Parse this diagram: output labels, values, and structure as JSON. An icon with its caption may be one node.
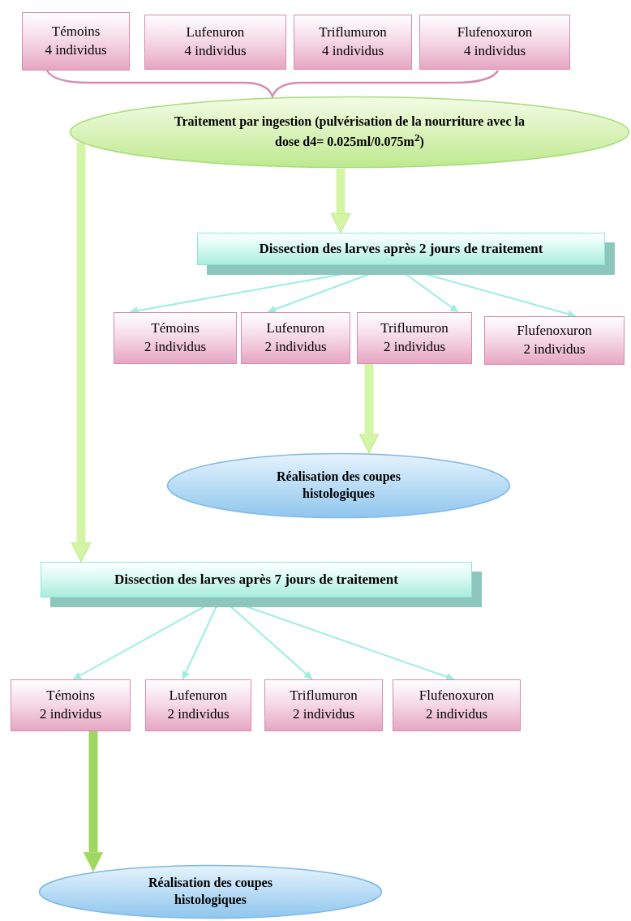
{
  "diagram": {
    "nodes": [
      {
        "text": [
          "Témoins",
          "4 individus"
        ]
      },
      {
        "text": [
          "Lufenuron",
          "4 individus"
        ]
      },
      {
        "text": [
          "Triflumuron",
          "4 individus"
        ]
      },
      {
        "text": [
          "Flufenoxuron",
          "4 individus"
        ]
      },
      {
        "text": [
          "Traitement par ingestion (pulvérisation de la nourriture avec la dose d4= 0.025ml/0.075m$^{2}$)"
        ]
      },
      {
        "text": [
          "Dissection des larves après 2 jours de traitement"
        ]
      },
      {
        "text": [
          "Témoins",
          "2 individus"
        ]
      },
      {
        "text": [
          "Lufenuron",
          "2 individus"
        ]
      },
      {
        "text": [
          "Triflumuron",
          "2 individus"
        ]
      },
      {
        "text": [
          "Flufenoxuron",
          "2 individus"
        ]
      },
      {
        "text": [
          "Réalisation des coupes histologiques"
        ]
      },
      {
        "text": [
          "Dissection des larves après 7 jours de traitement"
        ]
      },
      {
        "text": [
          "Témoins",
          "2 individus"
        ]
      },
      {
        "text": [
          "Lufenuron",
          "2 individus"
        ]
      },
      {
        "text": [
          "Triflumuron",
          "2 individus"
        ]
      },
      {
        "text": [
          "Flufenoxuron",
          "2 individus"
        ]
      },
      {
        "text": [
          "Réalisation des coupes histologiques"
        ]
      }
    ],
    "edges": [
      {
        "from": 4,
        "to": 5,
        "arrow": "to",
        "style": "thick",
        "color": "#d4f5a6"
      },
      {
        "from": 4,
        "to": 11,
        "arrow": "to",
        "style": "thick",
        "color": "#d4f5a6"
      },
      {
        "from": 5,
        "to": 6,
        "arrow": "to"
      },
      {
        "from": 5,
        "to": 7,
        "arrow": "to"
      },
      {
        "from": 5,
        "to": 8,
        "arrow": "to"
      },
      {
        "from": 5,
        "to": 9,
        "arrow": "to"
      },
      {
        "from": 8,
        "to": 10,
        "arrow": "to",
        "style": "thick",
        "color": "#d4f5a6"
      },
      {
        "from": 11,
        "to": 12,
        "arrow": "to"
      },
      {
        "from": 11,
        "to": 13,
        "arrow": "to"
      },
      {
        "from": 11,
        "to": 14,
        "arrow": "to"
      },
      {
        "from": 11,
        "to": 15,
        "arrow": "to"
      },
      {
        "from": 12,
        "to": 16,
        "arrow": "to",
        "style": "thick",
        "color": "#9ed860"
      }
    ]
  }
}
